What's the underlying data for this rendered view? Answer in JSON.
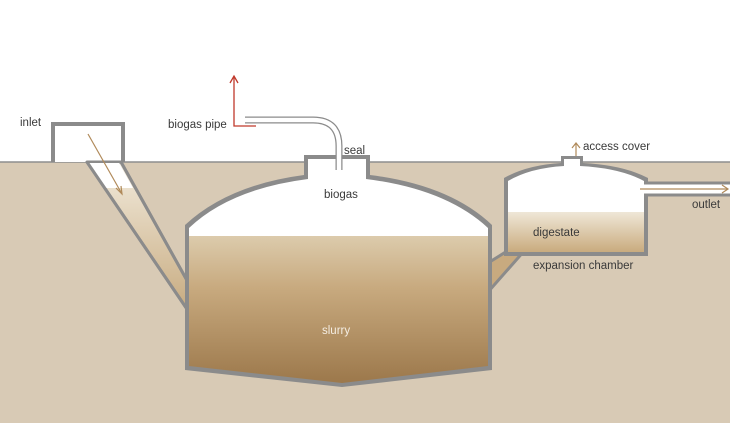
{
  "labels": {
    "inlet": "inlet",
    "biogas_pipe": "biogas pipe",
    "seal": "seal",
    "biogas": "biogas",
    "access_cover": "access cover",
    "outlet": "outlet",
    "digestate": "digestate",
    "expansion_chamber": "expansion chamber",
    "slurry": "slurry"
  },
  "colors": {
    "ground": "#d8cab5",
    "wall": "#8b8b8b",
    "slurry_top": "#d9c7a7",
    "slurry_bottom": "#9f7b4e",
    "gas_arrow": "#c0392b",
    "flow_arrow": "#b08a5a"
  }
}
